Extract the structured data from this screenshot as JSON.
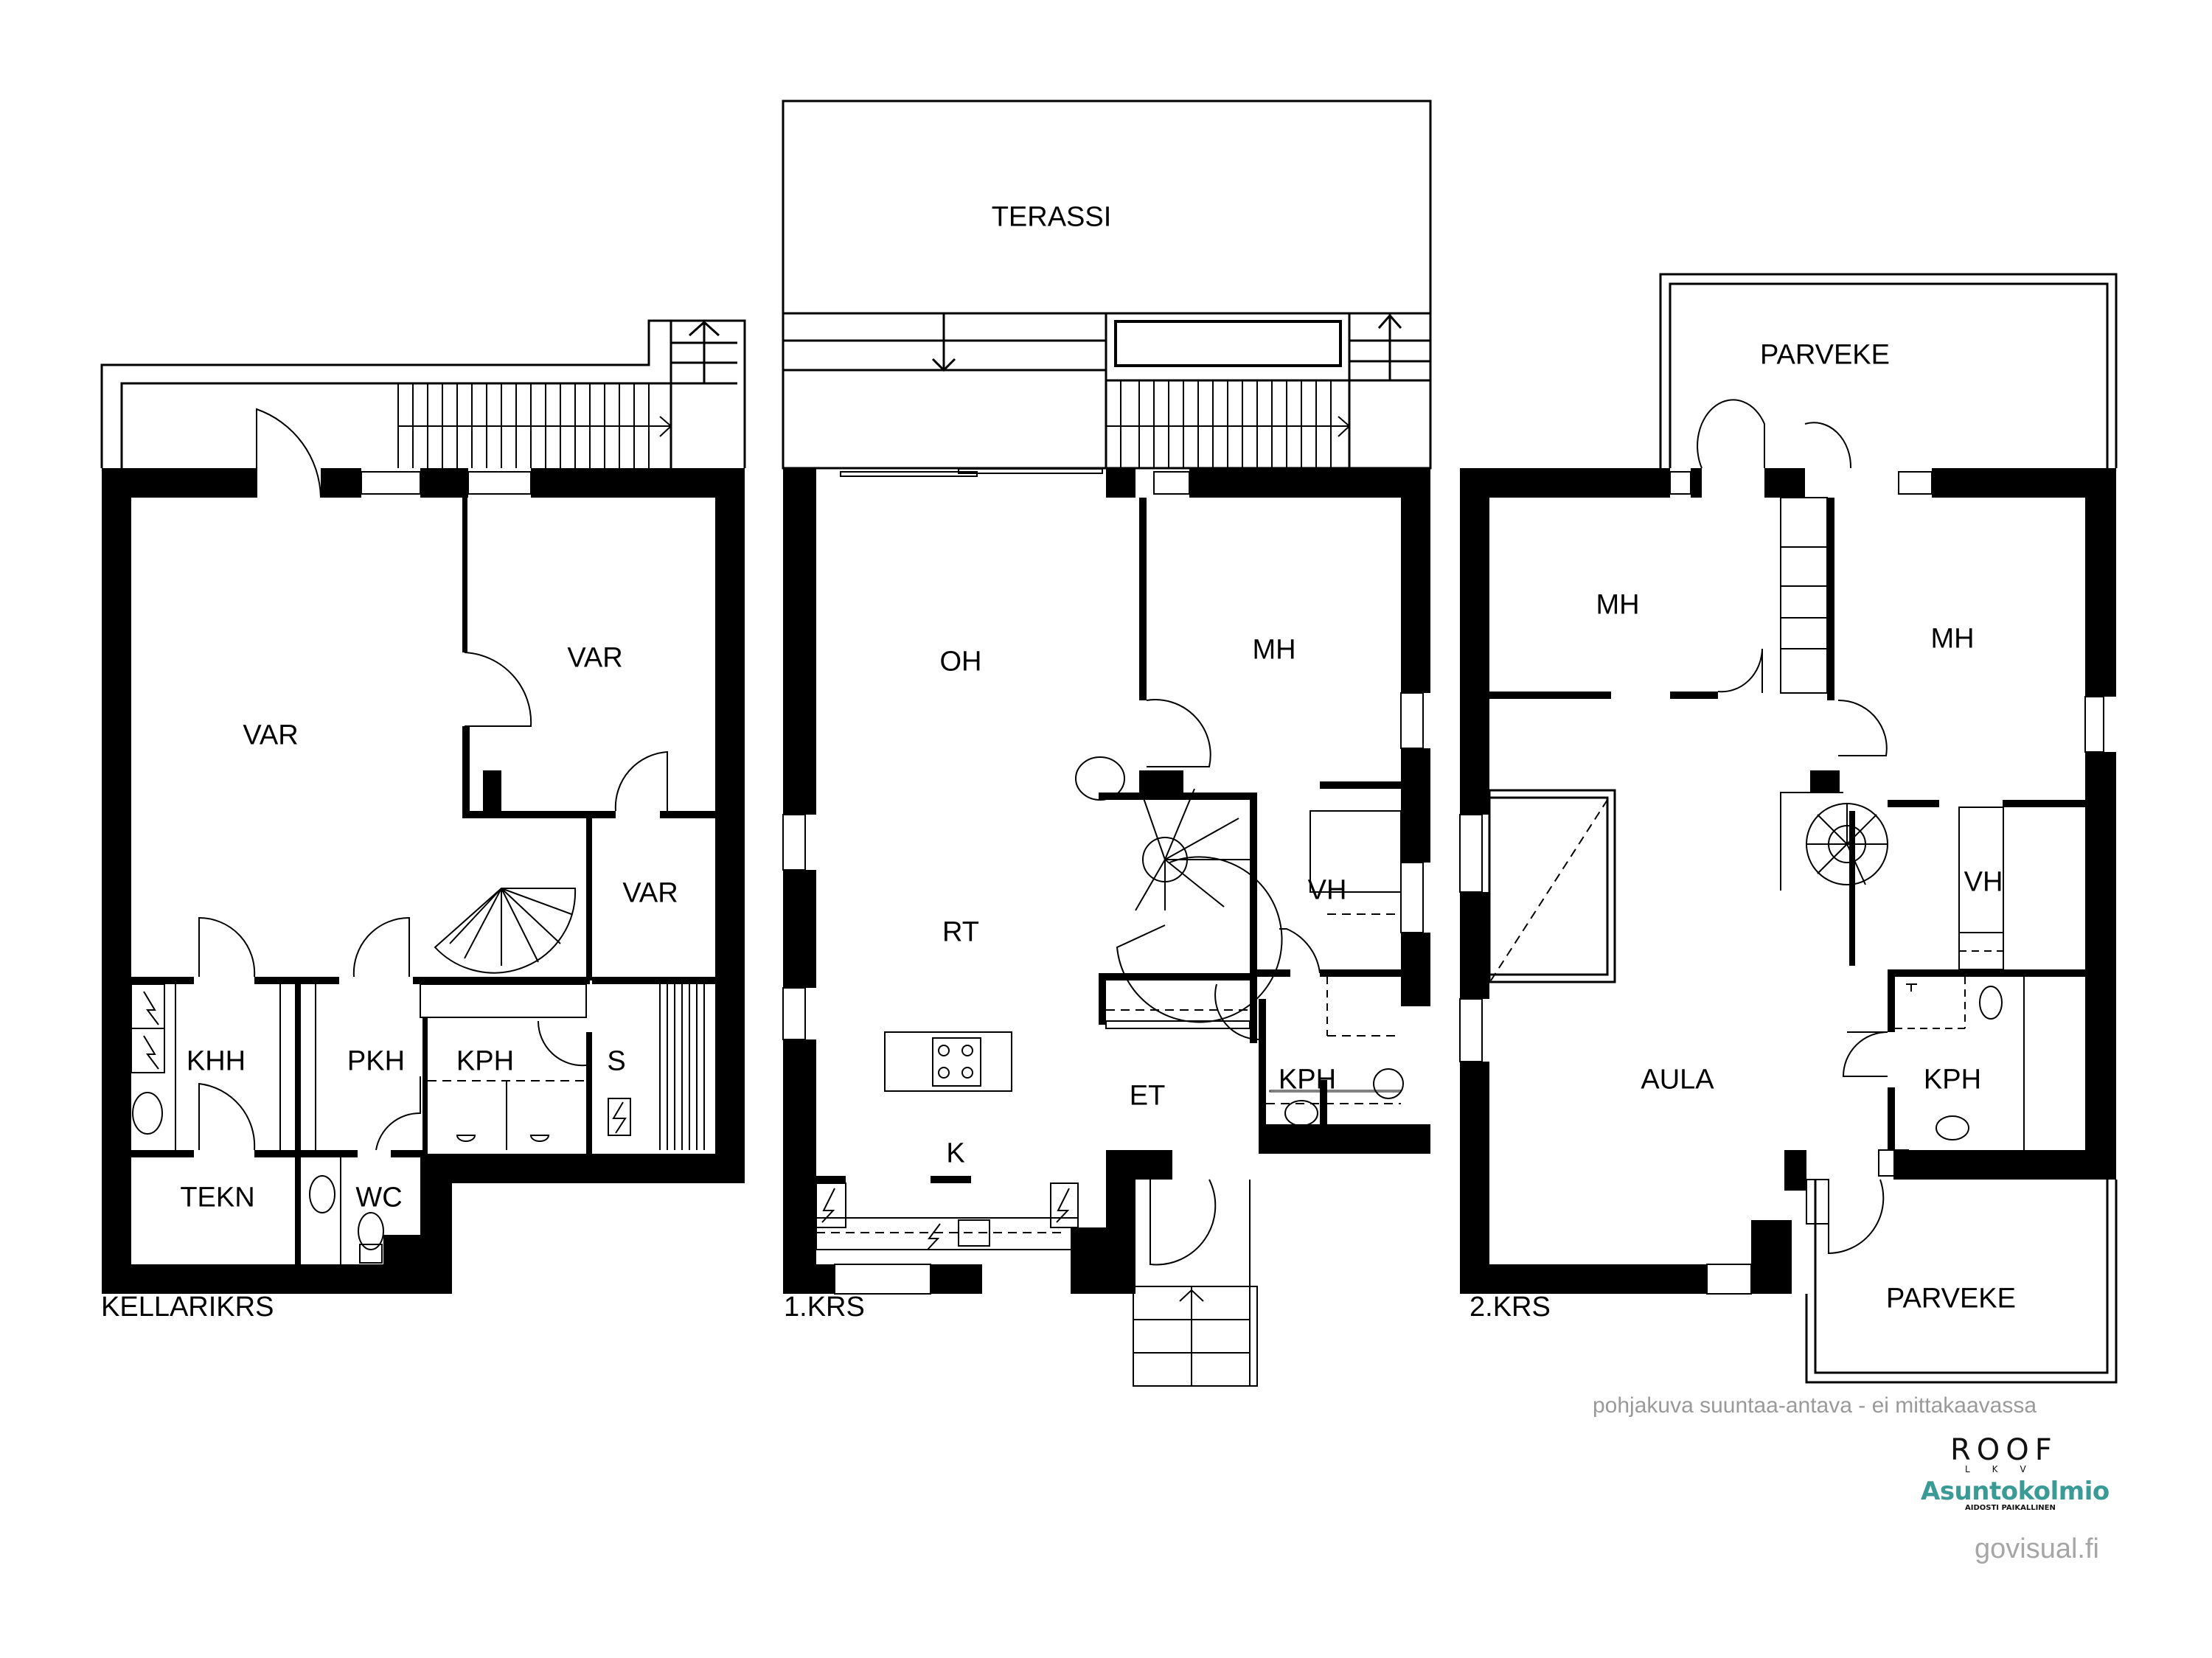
{
  "floors": {
    "basement": {
      "label": "KELLARIKRS",
      "rooms": [
        {
          "id": "var1",
          "label": "VAR"
        },
        {
          "id": "var2",
          "label": "VAR"
        },
        {
          "id": "var3",
          "label": "VAR"
        },
        {
          "id": "khh",
          "label": "KHH"
        },
        {
          "id": "pkh",
          "label": "PKH"
        },
        {
          "id": "kph",
          "label": "KPH"
        },
        {
          "id": "s",
          "label": "S"
        },
        {
          "id": "tekn",
          "label": "TEKN"
        },
        {
          "id": "wc",
          "label": "WC"
        }
      ]
    },
    "first": {
      "label": "1.KRS",
      "rooms": [
        {
          "id": "terassi",
          "label": "TERASSI"
        },
        {
          "id": "oh",
          "label": "OH"
        },
        {
          "id": "mh",
          "label": "MH"
        },
        {
          "id": "rt",
          "label": "RT"
        },
        {
          "id": "vh",
          "label": "VH"
        },
        {
          "id": "et",
          "label": "ET"
        },
        {
          "id": "kph",
          "label": "KPH"
        },
        {
          "id": "k",
          "label": "K"
        }
      ]
    },
    "second": {
      "label": "2.KRS",
      "rooms": [
        {
          "id": "parveke_top",
          "label": "PARVEKE"
        },
        {
          "id": "mh1",
          "label": "MH"
        },
        {
          "id": "mh2",
          "label": "MH"
        },
        {
          "id": "vh",
          "label": "VH"
        },
        {
          "id": "aula",
          "label": "AULA"
        },
        {
          "id": "kph",
          "label": "KPH"
        },
        {
          "id": "parveke_bottom",
          "label": "PARVEKE"
        }
      ]
    }
  },
  "footer": {
    "disclaimer": "pohjakuva suuntaa-antava - ei mittakaavassa",
    "logo_roof": "ROOF",
    "logo_roof_sub": "LKV",
    "logo_asuntokolmio": "Asuntokolmio",
    "logo_asuntokolmio_sub": "AIDOSTI PAIKALLINEN",
    "credit": "govisual.fi"
  },
  "colors": {
    "wall": "#000000",
    "background": "#ffffff",
    "disclaimer_text": "#9a9a9a",
    "asuntokolmio_teal": "#3a9a96"
  }
}
